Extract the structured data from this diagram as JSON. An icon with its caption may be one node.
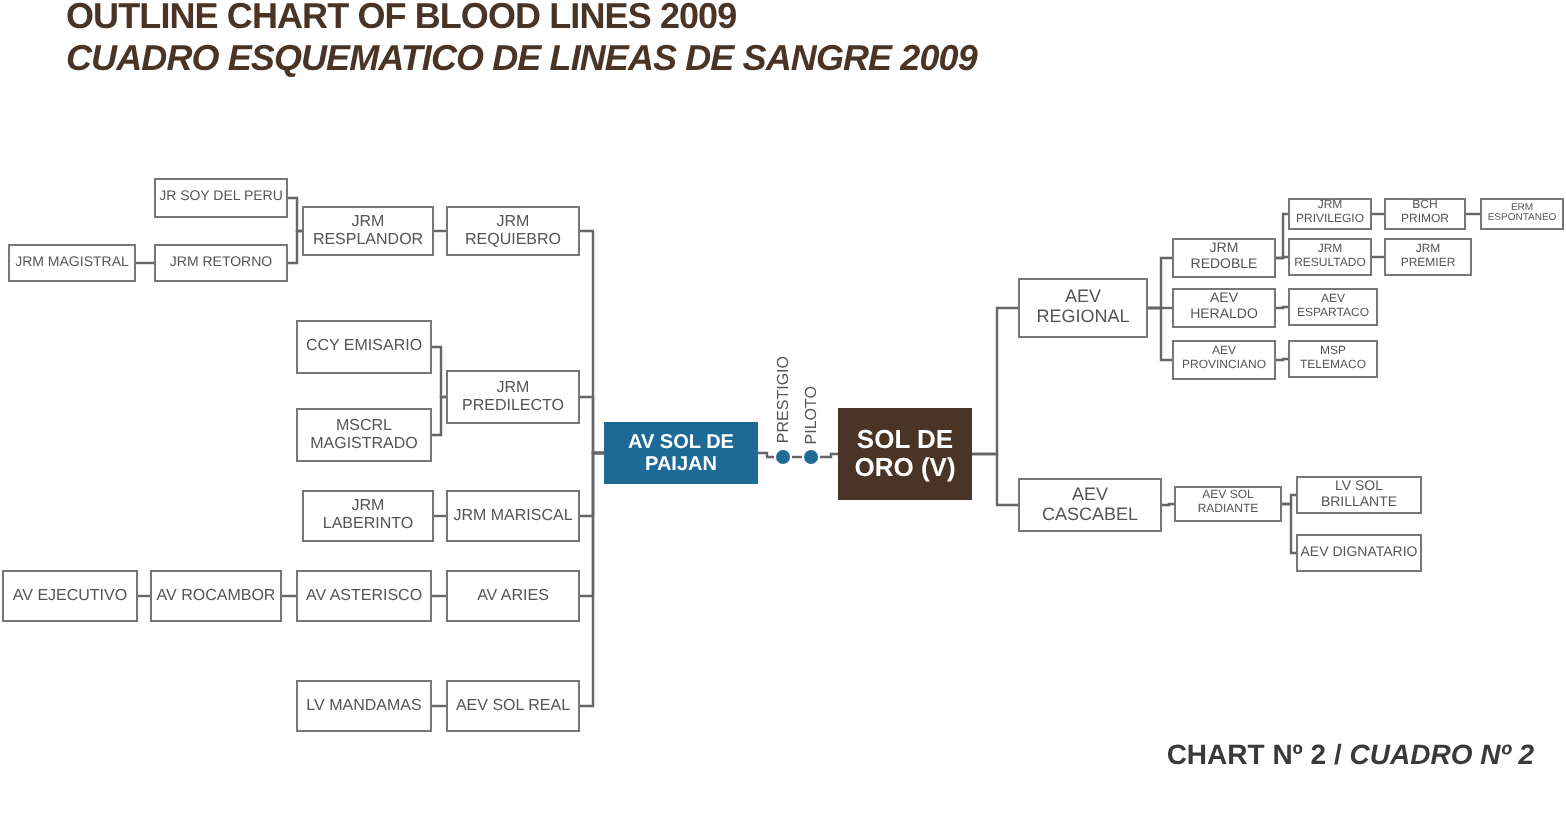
{
  "diagram": {
    "title": "OUTLINE CHART OF BLOOD LINES 2009",
    "caption": "CHART Nº 2 / *CUADRO Nº 2*",
    "labels": [
      "CUADRO ESQUEMATICO DE LINEAS DE SANGRE 2009"
    ],
    "nodes": [
      {
        "text": [
          "JR SOY DEL PERU"
        ]
      },
      {
        "text": [
          "JRM RESPLANDOR"
        ]
      },
      {
        "text": [
          "JRM REQUIEBRO"
        ]
      },
      {
        "text": [
          "JRM MAGISTRAL"
        ]
      },
      {
        "text": [
          "JRM RETORNO"
        ]
      },
      {
        "text": [
          "CCY EMISARIO"
        ]
      },
      {
        "text": [
          "JRM PREDILECTO"
        ]
      },
      {
        "text": [
          "MSCRL MAGISTRADO"
        ]
      },
      {
        "text": [
          "JRM LABERINTO"
        ]
      },
      {
        "text": [
          "JRM MARISCAL"
        ]
      },
      {
        "text": [
          "AV EJECUTIVO"
        ]
      },
      {
        "text": [
          "AV ROCAMBOR"
        ]
      },
      {
        "text": [
          "AV ASTERISCO"
        ]
      },
      {
        "text": [
          "AV ARIES"
        ]
      },
      {
        "text": [
          "LV MANDAMAS"
        ]
      },
      {
        "text": [
          "AEV SOL REAL"
        ]
      },
      {
        "text": [
          "AV SOL DE PAIJAN"
        ]
      },
      {
        "text": [
          "PRESTIGIO"
        ]
      },
      {
        "text": [
          "PILOTO"
        ]
      },
      {
        "text": [
          "SOL DE ORO (V)"
        ]
      },
      {
        "text": [
          "AEV REGIONAL"
        ]
      },
      {
        "text": [
          "JRM REDOBLE"
        ]
      },
      {
        "text": [
          "JRM PRIVILEGIO"
        ]
      },
      {
        "text": [
          "BCH PRIMOR"
        ]
      },
      {
        "text": [
          "ERM ESPONTANEO"
        ]
      },
      {
        "text": [
          "JRM RESULTADO"
        ]
      },
      {
        "text": [
          "JRM PREMIER"
        ]
      },
      {
        "text": [
          "AEV HERALDO"
        ]
      },
      {
        "text": [
          "AEV ESPARTACO"
        ]
      },
      {
        "text": [
          "AEV PROVINCIANO"
        ]
      },
      {
        "text": [
          "MSP TELEMACO"
        ]
      },
      {
        "text": [
          "AEV CASCABEL"
        ]
      },
      {
        "text": [
          "AEV SOL RADIANTE"
        ]
      },
      {
        "text": [
          "LV SOL BRILLANTE"
        ]
      },
      {
        "text": [
          "AEV DIGNATARIO"
        ]
      }
    ],
    "edges": [
      {
        "from": 16,
        "to": 2,
        "arrow": "none"
      },
      {
        "from": 16,
        "to": 6,
        "arrow": "none"
      },
      {
        "from": 16,
        "to": 9,
        "arrow": "none"
      },
      {
        "from": 16,
        "to": 13,
        "arrow": "none"
      },
      {
        "from": 16,
        "to": 15,
        "arrow": "none"
      },
      {
        "from": 2,
        "to": 1,
        "arrow": "none"
      },
      {
        "from": 1,
        "to": 0,
        "arrow": "none"
      },
      {
        "from": 1,
        "to": 4,
        "arrow": "none"
      },
      {
        "from": 4,
        "to": 3,
        "arrow": "none"
      },
      {
        "from": 6,
        "to": 5,
        "arrow": "none"
      },
      {
        "from": 6,
        "to": 7,
        "arrow": "none"
      },
      {
        "from": 9,
        "to": 8,
        "arrow": "none"
      },
      {
        "from": 13,
        "to": 12,
        "arrow": "none"
      },
      {
        "from": 12,
        "to": 11,
        "arrow": "none"
      },
      {
        "from": 11,
        "to": 10,
        "arrow": "none"
      },
      {
        "from": 15,
        "to": 14,
        "arrow": "none"
      },
      {
        "from": 16,
        "to": 17,
        "arrow": "none"
      },
      {
        "from": 17,
        "to": 18,
        "arrow": "none"
      },
      {
        "from": 18,
        "to": 19,
        "arrow": "none"
      },
      {
        "from": 19,
        "to": 20,
        "arrow": "none"
      },
      {
        "from": 19,
        "to": 31,
        "arrow": "none"
      },
      {
        "from": 20,
        "to": 21,
        "arrow": "none"
      },
      {
        "from": 20,
        "to": 27,
        "arrow": "none"
      },
      {
        "from": 20,
        "to": 29,
        "arrow": "none"
      },
      {
        "from": 21,
        "to": 22,
        "arrow": "none"
      },
      {
        "from": 21,
        "to": 25,
        "arrow": "none"
      },
      {
        "from": 22,
        "to": 23,
        "arrow": "none"
      },
      {
        "from": 23,
        "to": 24,
        "arrow": "none"
      },
      {
        "from": 25,
        "to": 26,
        "arrow": "none"
      },
      {
        "from": 27,
        "to": 28,
        "arrow": "none"
      },
      {
        "from": 29,
        "to": 30,
        "arrow": "none"
      },
      {
        "from": 31,
        "to": 32,
        "arrow": "none"
      },
      {
        "from": 32,
        "to": 33,
        "arrow": "none"
      },
      {
        "from": 32,
        "to": 34,
        "arrow": "none"
      }
    ]
  }
}
